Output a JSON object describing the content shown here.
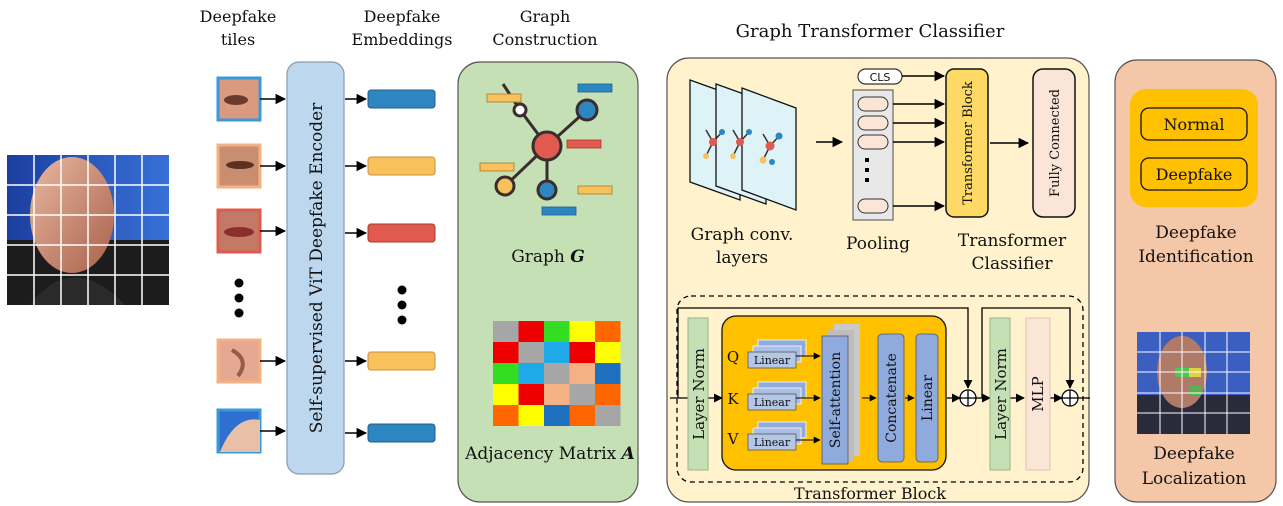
{
  "headers": {
    "tiles": [
      "Deepfake",
      "tiles"
    ],
    "embeddings": [
      "Deepfake",
      "Embeddings"
    ],
    "graph_construction": [
      "Graph",
      "Construction"
    ],
    "gtc": "Graph Transformer Classifier"
  },
  "encoder_label": "Self-supervised ViT Deepfake Encoder",
  "graph": {
    "graph_label": "Graph ",
    "graph_symbol": "G",
    "adj_label": "Adjacency Matrix ",
    "adj_symbol": "A",
    "matrix_colors": [
      [
        "#a6a6a6",
        "#ee0000",
        "#33dd22",
        "#ffff00",
        "#ff6600"
      ],
      [
        "#ee0000",
        "#a6a6a6",
        "#1fa9e8",
        "#ee0000",
        "#ffff00"
      ],
      [
        "#33dd22",
        "#1fa9e8",
        "#a6a6a6",
        "#f4b183",
        "#1f6fbf"
      ],
      [
        "#ffff00",
        "#ee0000",
        "#f4b183",
        "#a6a6a6",
        "#ff6600"
      ],
      [
        "#ff6600",
        "#ffff00",
        "#1f6fbf",
        "#ff6600",
        "#a6a6a6"
      ]
    ]
  },
  "classifier": {
    "cls": "CLS",
    "gconv_label": [
      "Graph conv.",
      "layers"
    ],
    "pooling_label": "Pooling",
    "tb_vertical": "Transformer Block",
    "fc_vertical": "Fully Connected",
    "tc_label": [
      "Transformer",
      "Classifier"
    ]
  },
  "transformer_block": {
    "title": "Transformer Block",
    "layer_norm": "Layer Norm",
    "qkv": [
      "Q",
      "K",
      "V"
    ],
    "linear": "Linear",
    "self_attention": "Self-attention",
    "concatenate": "Concatenate",
    "mlp": "MLP"
  },
  "outputs": {
    "normal": "Normal",
    "deepfake": "Deepfake",
    "identification": [
      "Deepfake",
      "Identification"
    ],
    "localization": [
      "Deepfake",
      "Localization"
    ]
  },
  "colors": {
    "encoder": "#bdd7ee",
    "graph_panel": "#c5e0b4",
    "classifier_panel": "#fff2cc",
    "output_panel": "#f4c7a8",
    "embed_blue": "#2e86c1",
    "embed_orange": "#f9c15c",
    "embed_red": "#e05a4f"
  }
}
